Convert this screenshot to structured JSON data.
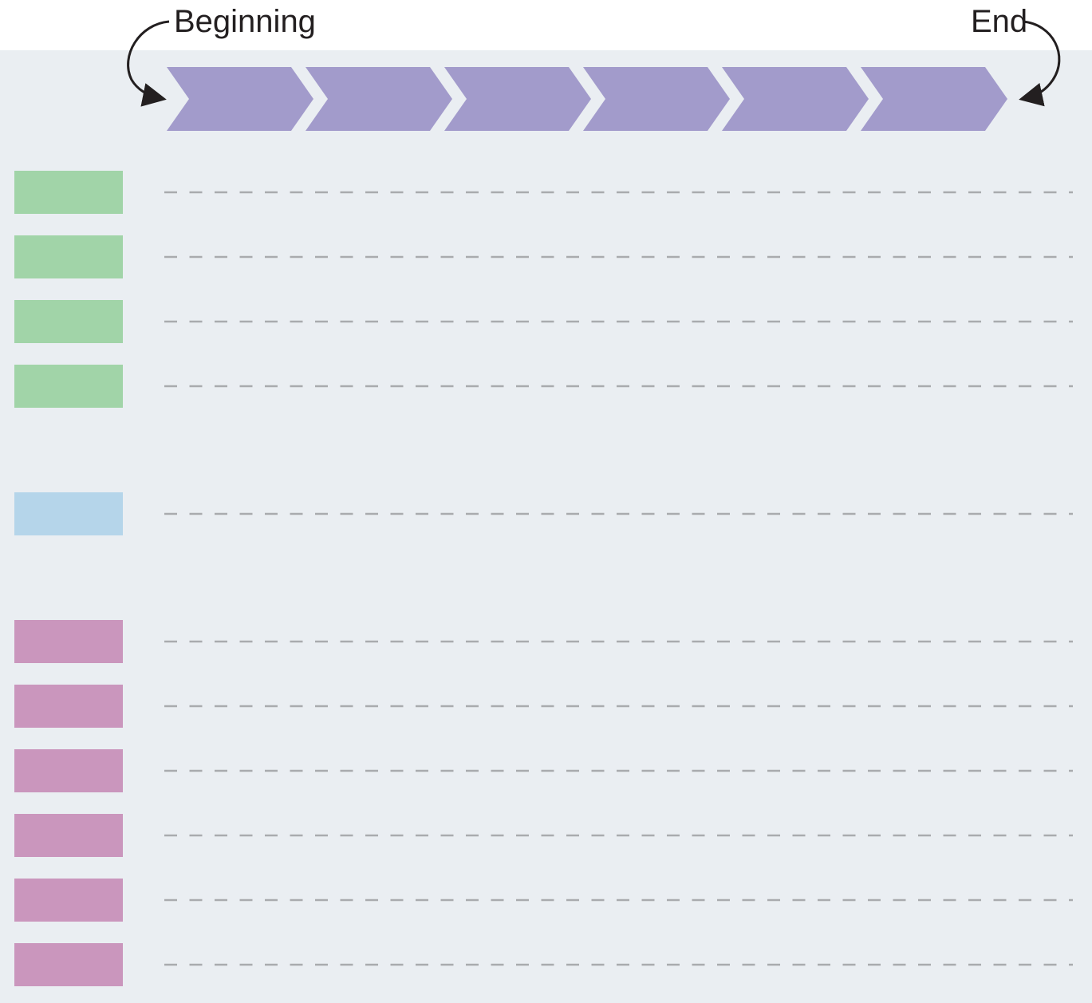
{
  "labels": {
    "beginning": "Beginning",
    "end": "End"
  },
  "colors": {
    "header_background": "#ffffff",
    "canvas_background": "#eaeef2",
    "chevron": "#a29bcb",
    "green_block": "#a1d4a8",
    "blue_block": "#b5d5ea",
    "pink_block": "#ca96bd",
    "dash_line": "#a9abae",
    "arrow": "#231f20"
  },
  "timeline": {
    "step_count": 6
  },
  "rows": [
    {
      "group": "green"
    },
    {
      "group": "green"
    },
    {
      "group": "green"
    },
    {
      "group": "green"
    },
    {
      "group": "blue"
    },
    {
      "group": "pink"
    },
    {
      "group": "pink"
    },
    {
      "group": "pink"
    },
    {
      "group": "pink"
    },
    {
      "group": "pink"
    },
    {
      "group": "pink"
    }
  ]
}
